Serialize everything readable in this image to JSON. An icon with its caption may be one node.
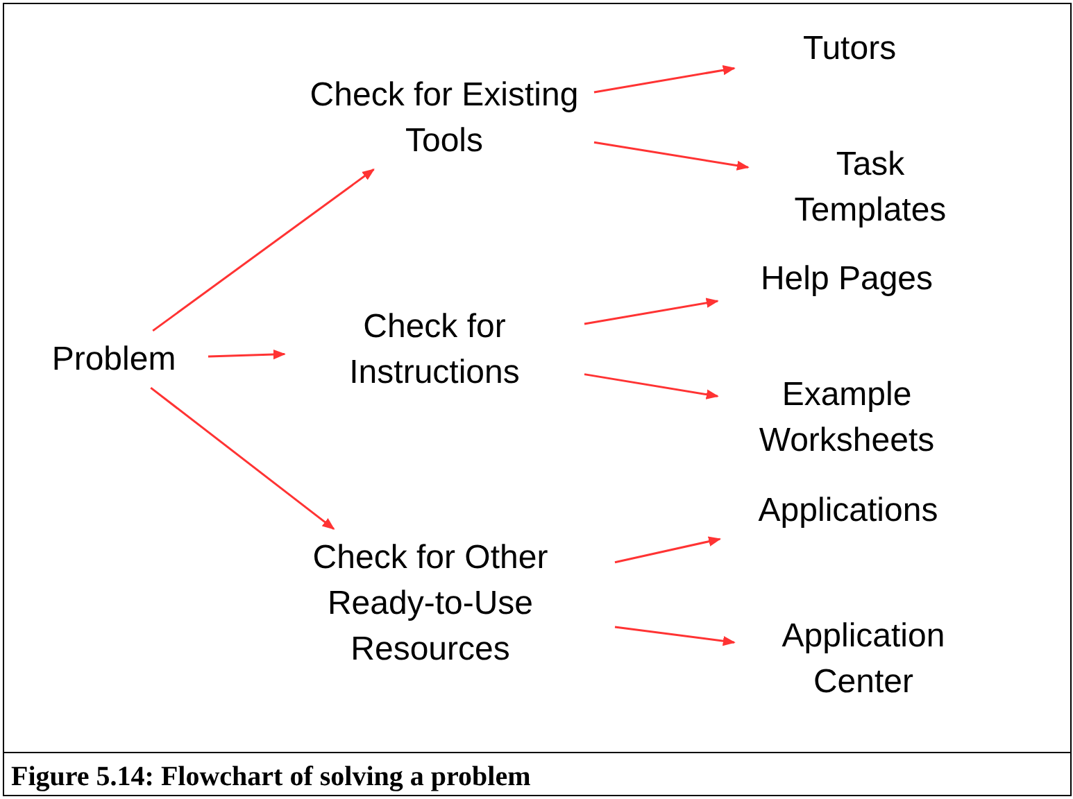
{
  "diagram": {
    "caption": "Figure 5.14: Flowchart of solving a problem",
    "nodes": [
      {
        "text": [
          "Problem"
        ]
      },
      {
        "text": [
          "Check for Existing Tools"
        ]
      },
      {
        "text": [
          "Check for Instructions"
        ]
      },
      {
        "text": [
          "Check for Other Ready-to-Use Resources"
        ]
      },
      {
        "text": [
          "Tutors"
        ]
      },
      {
        "text": [
          "Task Templates"
        ]
      },
      {
        "text": [
          "Help Pages"
        ]
      },
      {
        "text": [
          "Example Worksheets"
        ]
      },
      {
        "text": [
          "Applications"
        ]
      },
      {
        "text": [
          "Application Center"
        ]
      }
    ],
    "edges": [
      {
        "from": 0,
        "to": 1,
        "arrow": "to"
      },
      {
        "from": 0,
        "to": 2,
        "arrow": "to"
      },
      {
        "from": 0,
        "to": 3,
        "arrow": "to"
      },
      {
        "from": 1,
        "to": 4,
        "arrow": "to"
      },
      {
        "from": 1,
        "to": 5,
        "arrow": "to"
      },
      {
        "from": 2,
        "to": 6,
        "arrow": "to"
      },
      {
        "from": 2,
        "to": 7,
        "arrow": "to"
      },
      {
        "from": 3,
        "to": 8,
        "arrow": "to"
      },
      {
        "from": 3,
        "to": 9,
        "arrow": "to"
      }
    ]
  }
}
